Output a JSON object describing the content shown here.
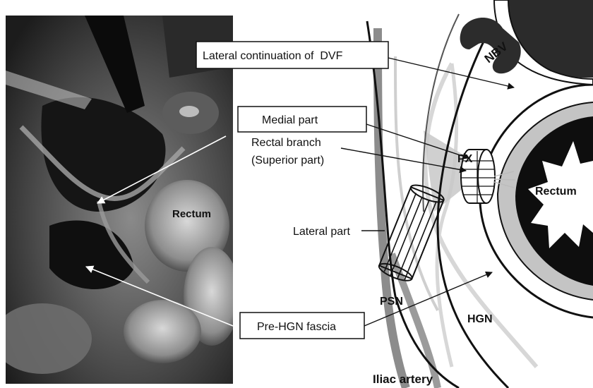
{
  "photo": {
    "label_rectum": "Rectum"
  },
  "callouts": {
    "dvf": "Lateral continuation of  DVF",
    "medial": "Medial part",
    "rectal_branch_1": "Rectal branch",
    "rectal_branch_2": "(Superior part)",
    "lateral": "Lateral part",
    "pre_hgn": "Pre-HGN fascia"
  },
  "diagram": {
    "nbv": "NBV",
    "px": "PX",
    "rectum": "Rectum",
    "psn": "PSN",
    "hgn": "HGN",
    "iliac": "Iliac artery"
  }
}
